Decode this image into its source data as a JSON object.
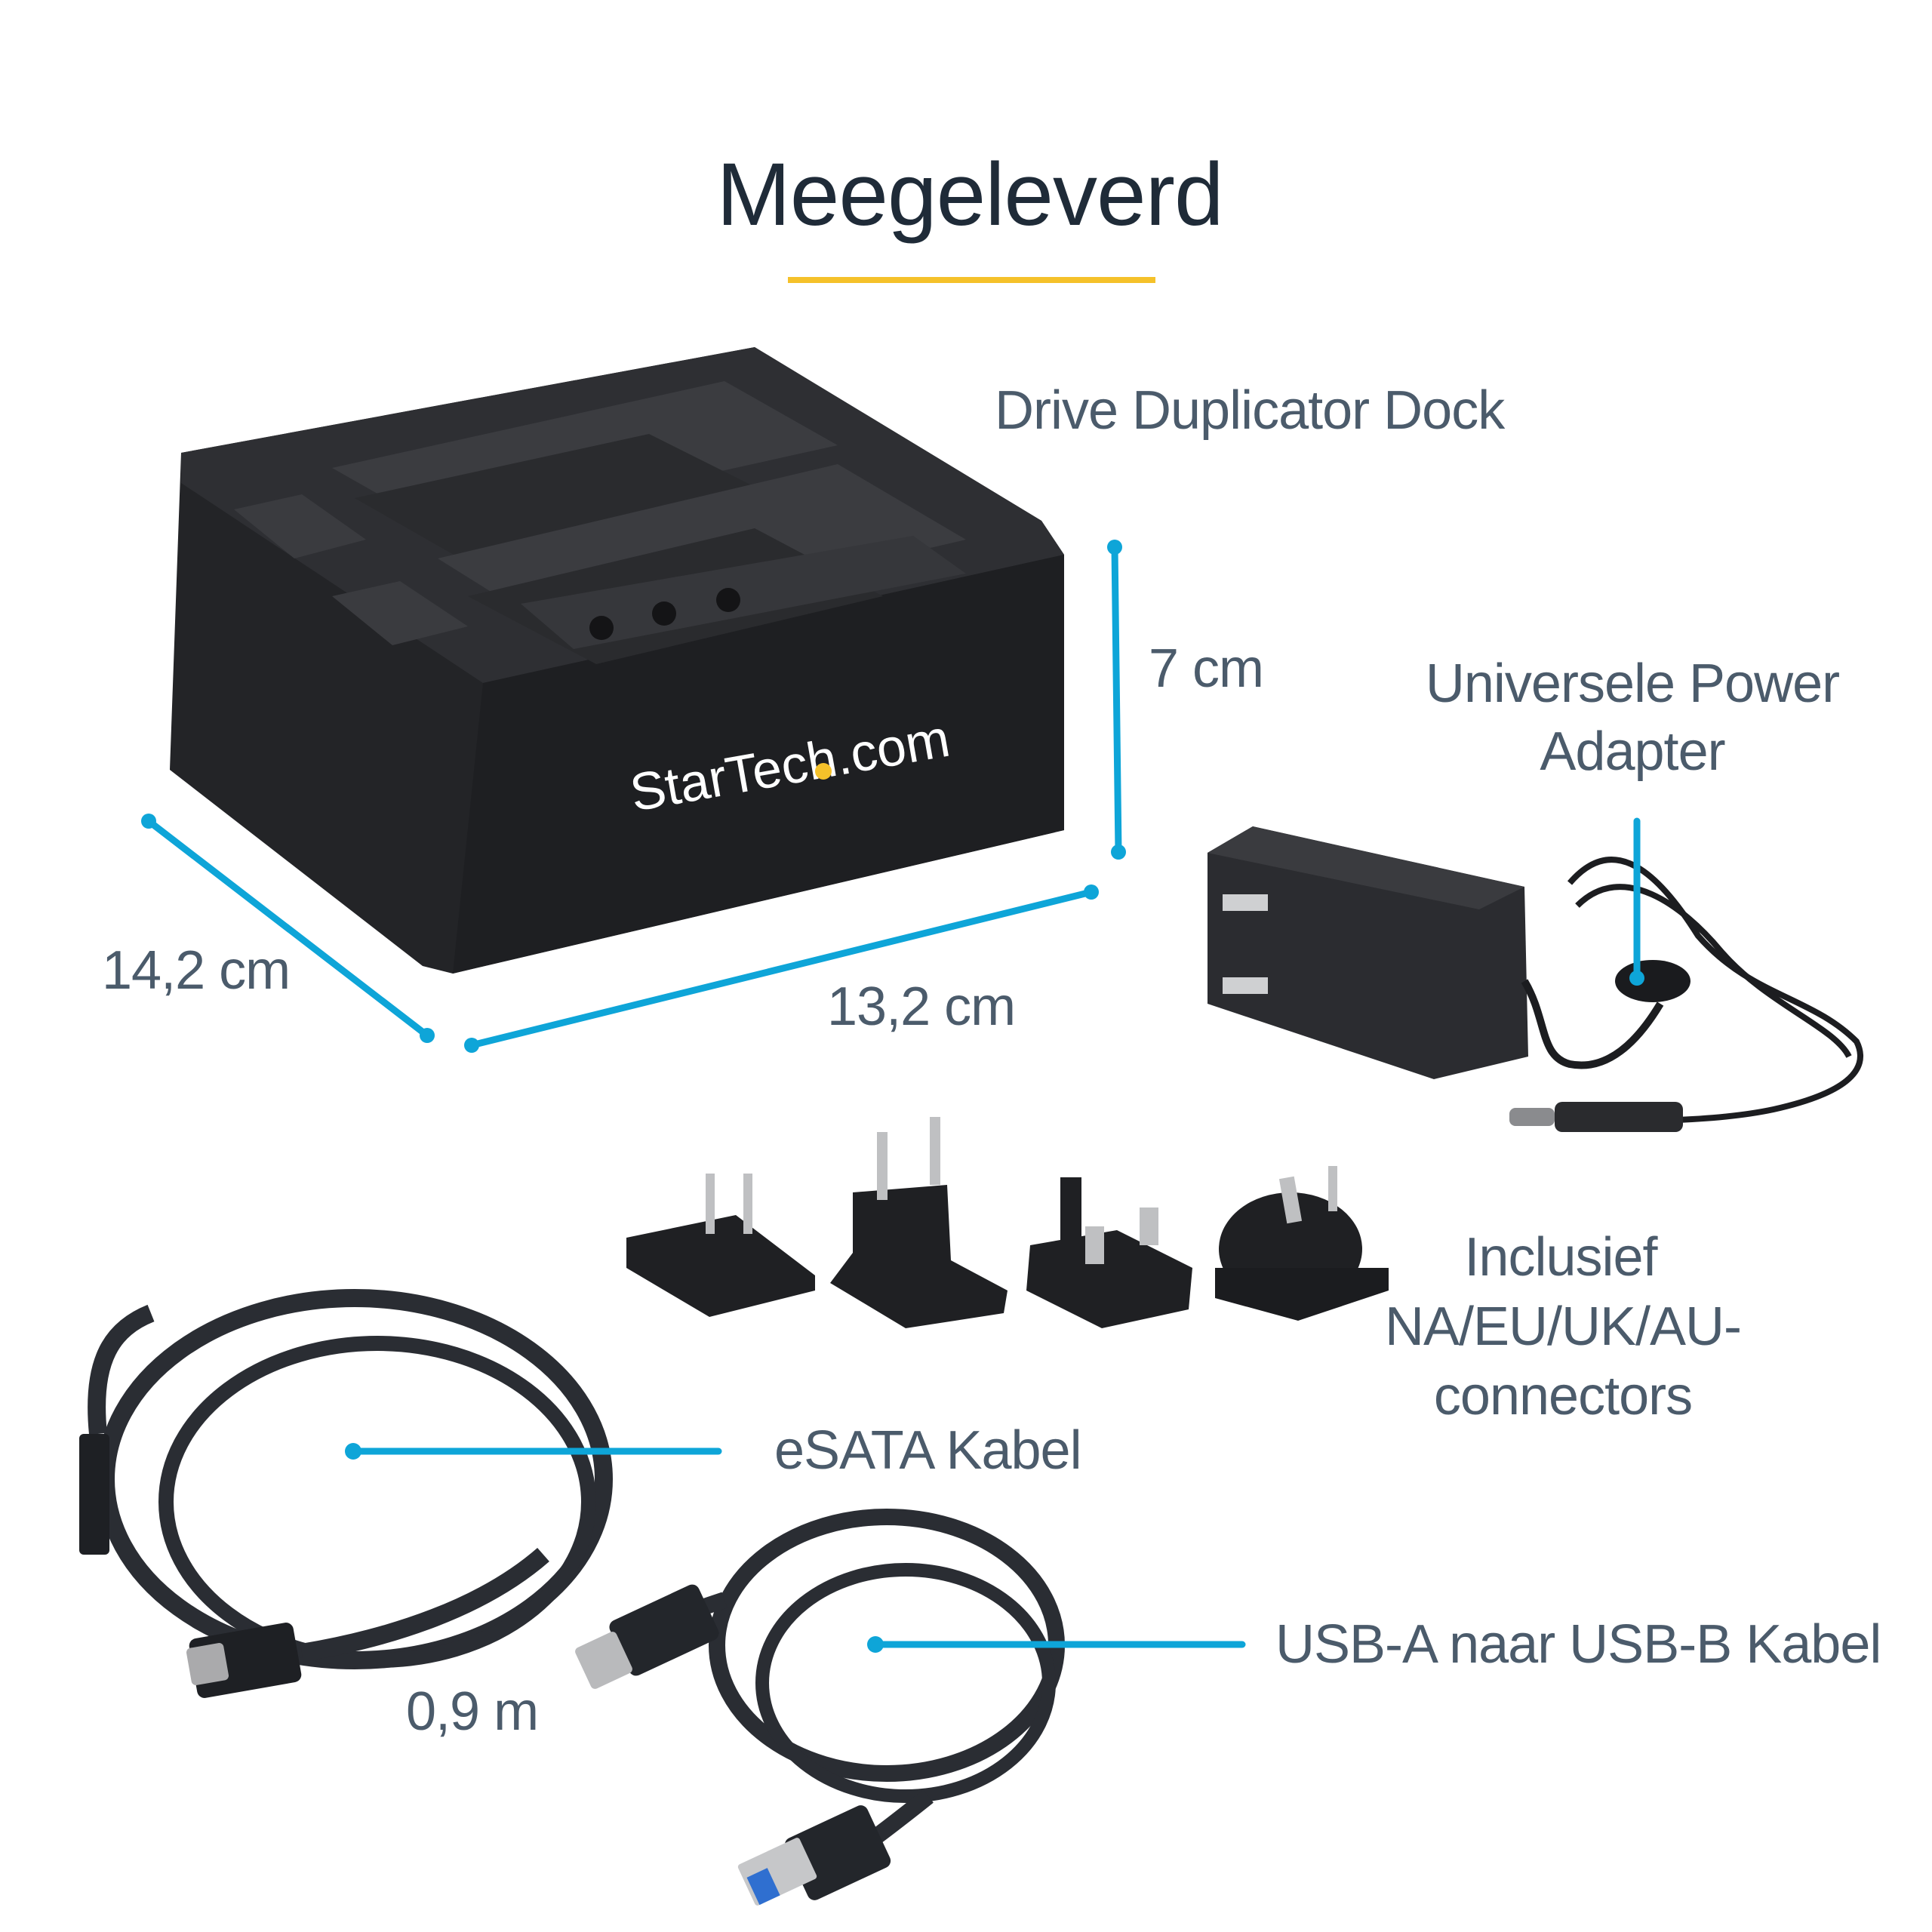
{
  "title": "Meegeleverd",
  "colors": {
    "accent_rule": "#f5c12a",
    "callout_line": "#0ea5d8",
    "title_text": "#1f2b38",
    "label_text": "#4b5b6b",
    "product_body": "#232427"
  },
  "products": {
    "dock": {
      "label": "Drive Duplicator Dock",
      "brand_logo": "StarTech.com"
    },
    "power_adapter": {
      "label_line1": "Universele Power",
      "label_line2": "Adapter"
    },
    "plugs": {
      "label_line1": "Inclusief",
      "label_line2": "NA/EU/UK/AU-",
      "label_line3": "connectors"
    },
    "esata_cable": {
      "label": "eSATA Kabel",
      "length": "0,9 m"
    },
    "usb_cable": {
      "label": "USB-A naar USB-B Kabel"
    }
  },
  "dimensions": {
    "height": "7 cm",
    "depth": "14,2 cm",
    "width": "13,2 cm"
  }
}
